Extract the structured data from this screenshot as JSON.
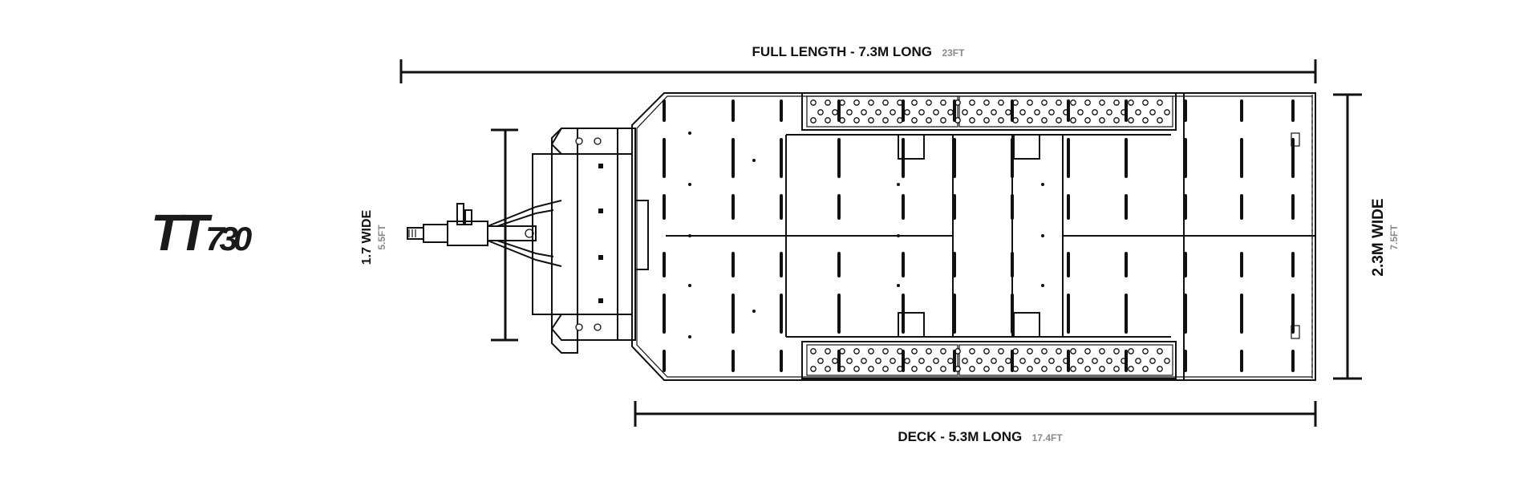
{
  "model": {
    "prefix": "TT",
    "number": "730"
  },
  "dimensions": {
    "full_length": {
      "label": "FULL LENGTH - 7.3M LONG",
      "sub": "23FT"
    },
    "deck_length": {
      "label": "DECK - 5.3M LONG",
      "sub": "17.4FT"
    },
    "drawbar_width": {
      "label": "1.7 WIDE",
      "sub": "5.5FT"
    },
    "overall_width": {
      "label": "2.3M WIDE",
      "sub": "7.5FT"
    }
  }
}
